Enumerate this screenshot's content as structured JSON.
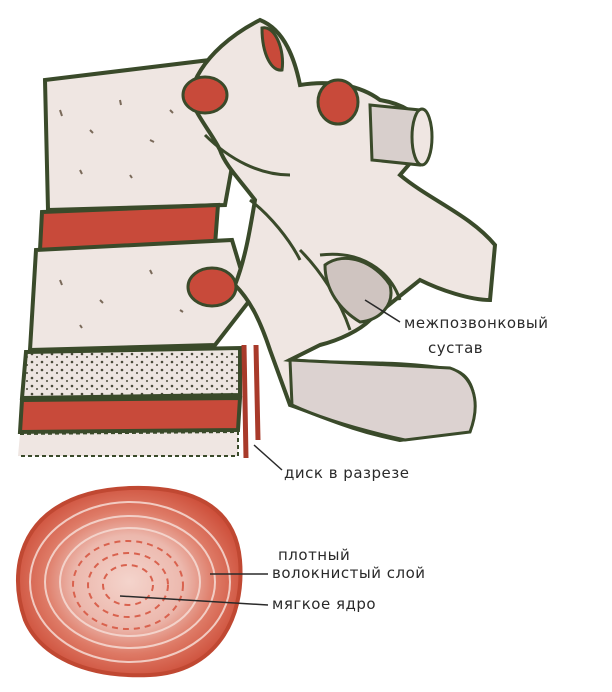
{
  "labels": {
    "facet_joint_line1": "межпозвонковый",
    "facet_joint_line2": "сустав",
    "disc_section": "диск  в разрезе",
    "annulus_line1": "плотный",
    "annulus_line2": "волокнистый слой",
    "nucleus": "мягкое ядро"
  },
  "colors": {
    "bone": "#efe6e2",
    "bone_outline": "#3a4a2a",
    "cartilage_red": "#c84a3a",
    "disc_outer": "#d2553f",
    "disc_inner": "#f2c8c0",
    "text": "#2a2a2a"
  }
}
